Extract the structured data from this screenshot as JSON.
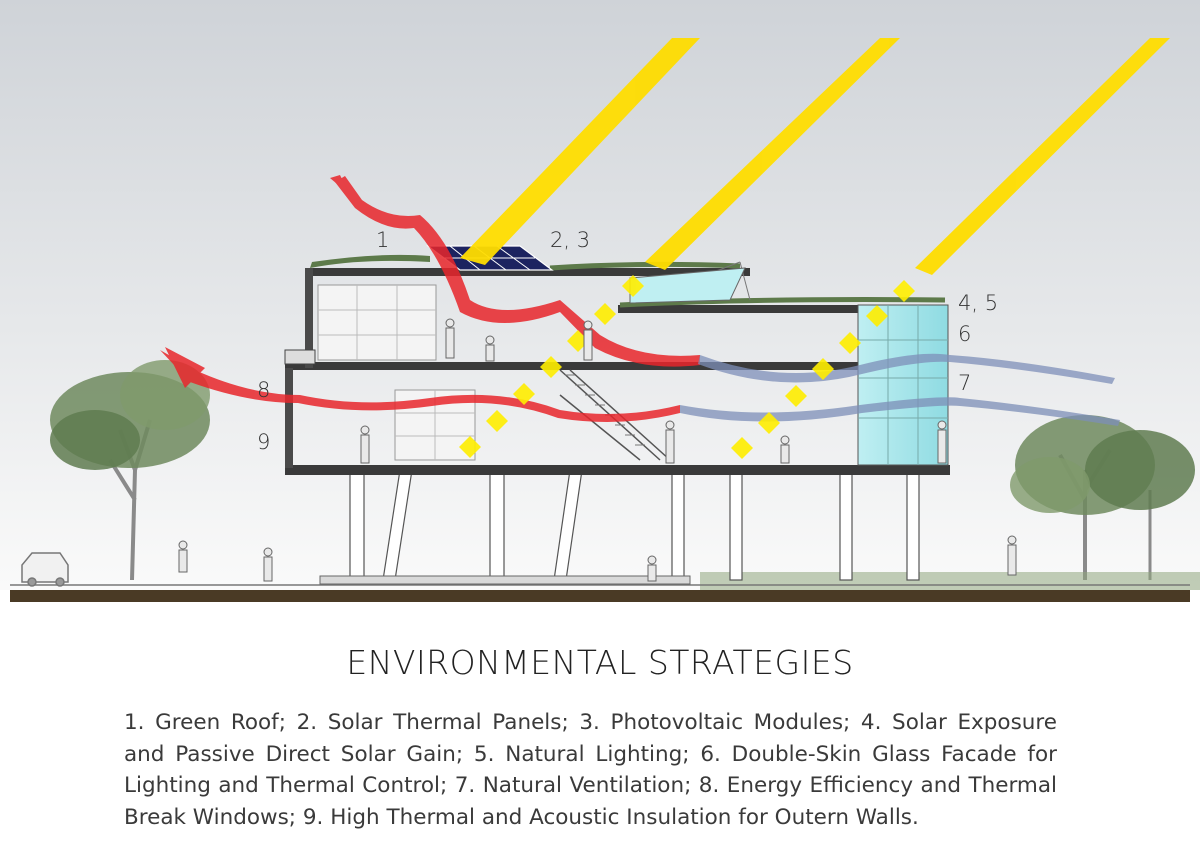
{
  "callouts": [
    "1",
    "2, 3",
    "4, 5",
    "6",
    "7",
    "8",
    "9"
  ],
  "title": "ENVIRONMENTAL STRATEGIES",
  "description": "1. Green Roof; 2. Solar Thermal Panels; 3. Photovoltaic Modules; 4. Solar Exposure and Passive Direct Solar Gain;  5. Natural Lighting; 6. Double-Skin Glass Facade for Lighting and Thermal Control; 7. Natural Ventilation; 8. Energy Efficiency and Thermal Break Windows; 9. High Thermal and Acoustic Insulation for Outern Walls.",
  "colors": {
    "sun_rays": "#ffdd00",
    "warm_air": "#e8262b",
    "cool_air": "#7d8fb8",
    "glass": "#9fe3e8",
    "green_roof": "#5d7a4a",
    "ground": "#4a3a25"
  }
}
